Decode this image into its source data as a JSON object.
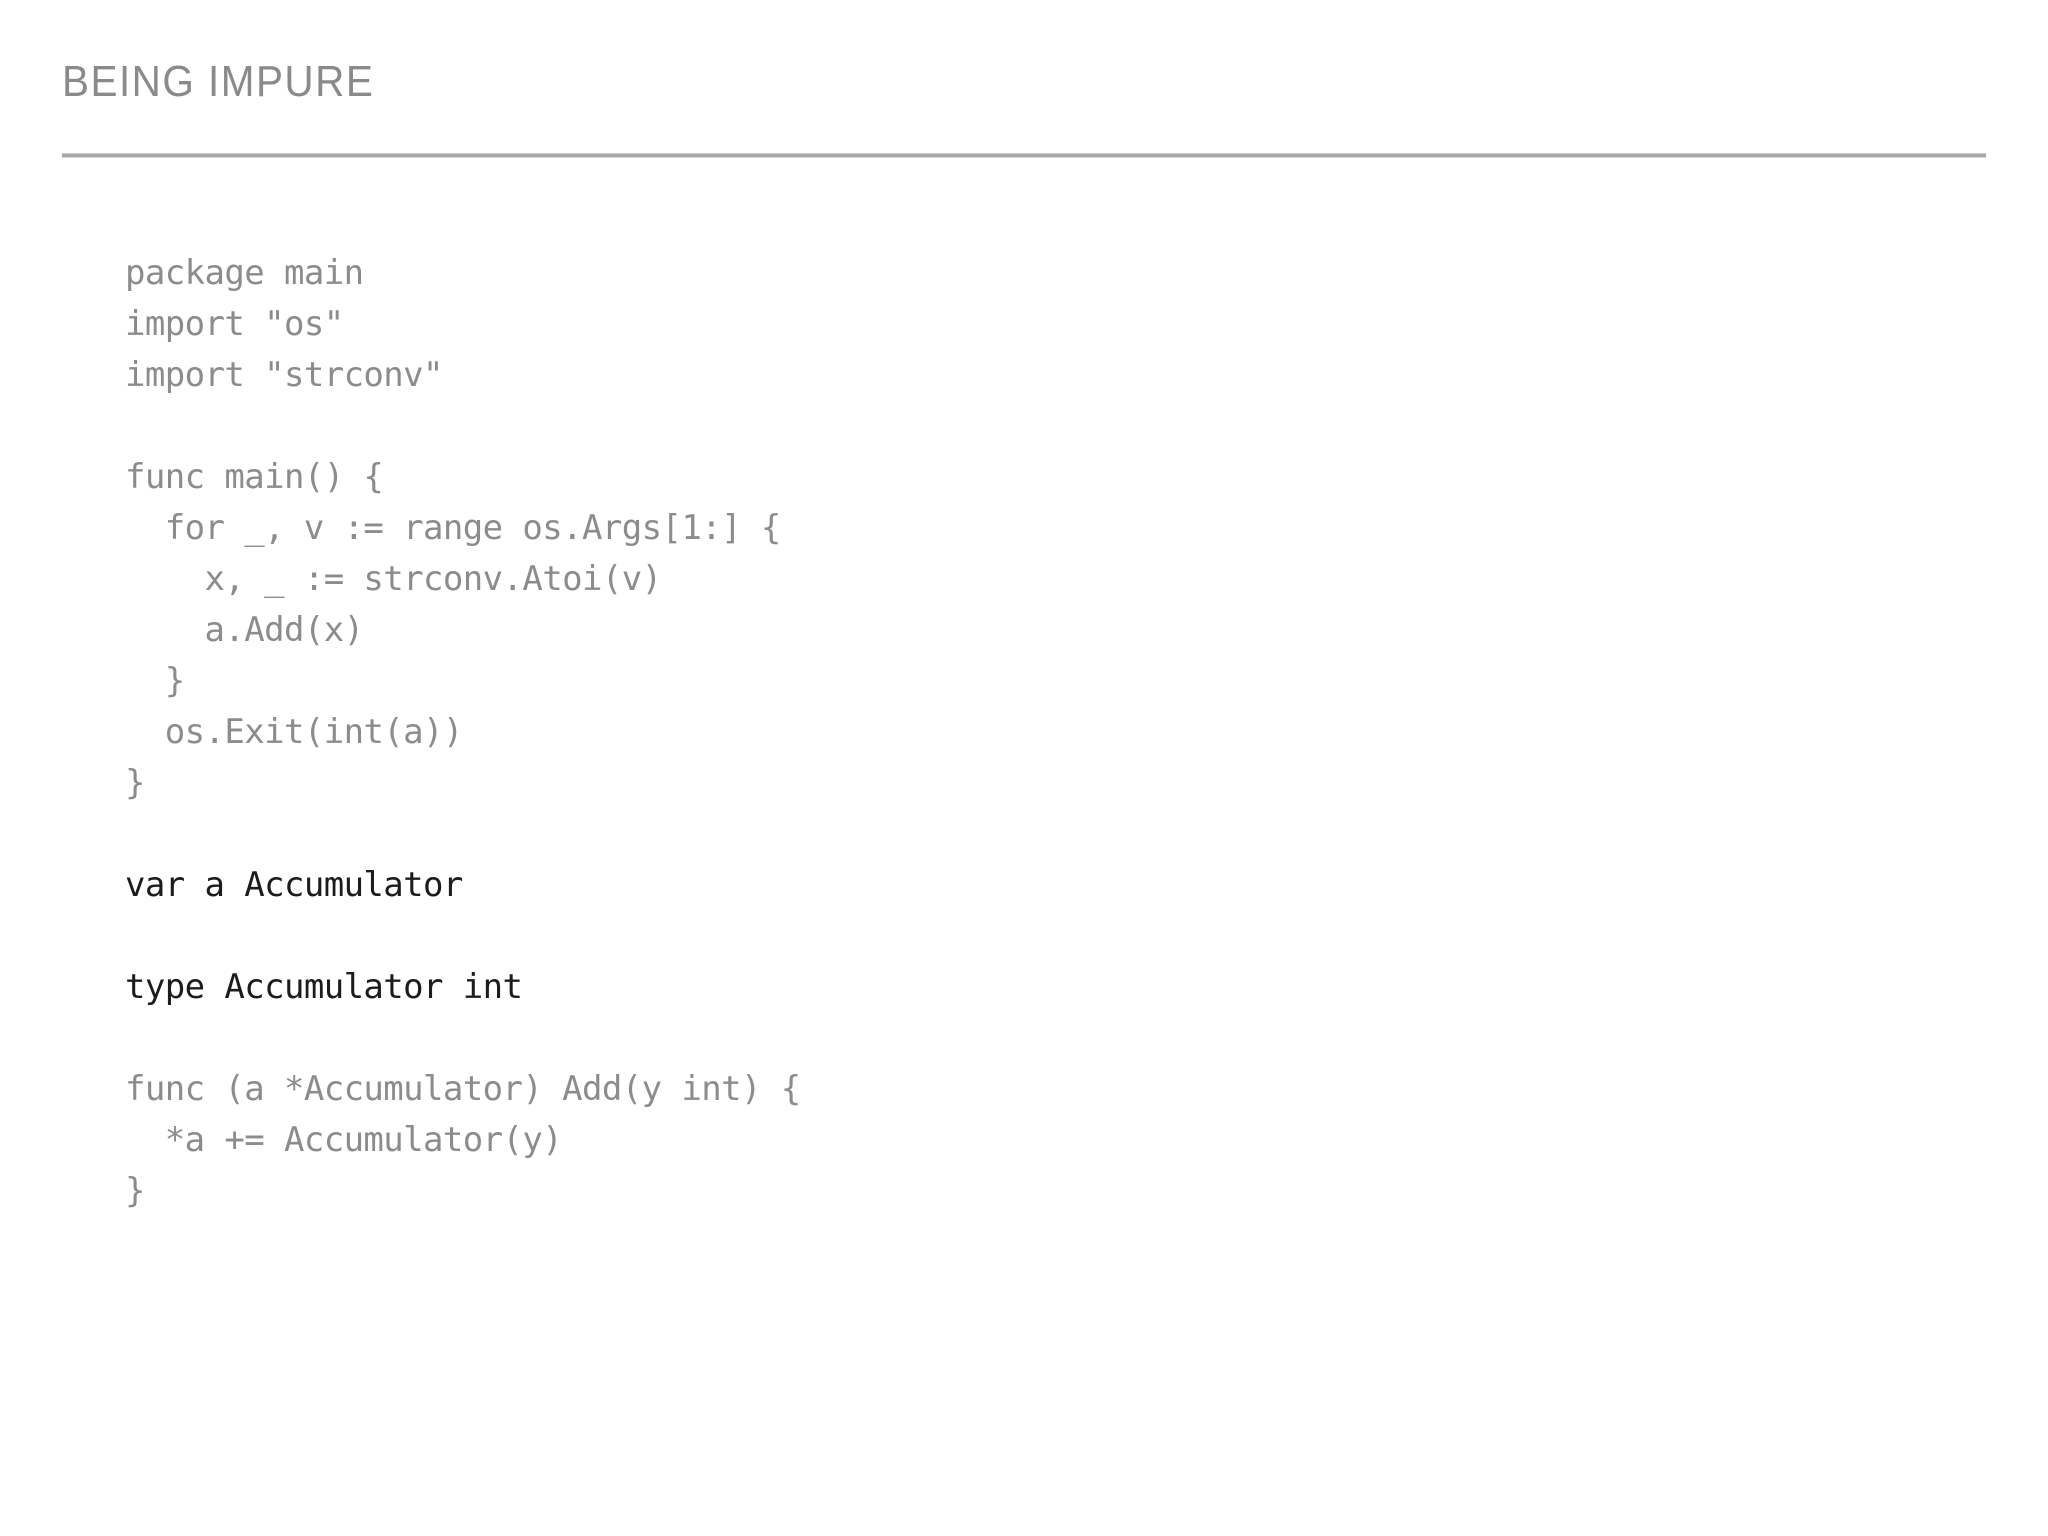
{
  "slide": {
    "title": "BEING IMPURE",
    "title_color": "#8a8a8a",
    "rule_color": "#a8a8a8",
    "background_color": "#ffffff",
    "code_color": "#8c8c8c",
    "code_highlight_color": "#1c1c1c"
  },
  "code": {
    "language": "go",
    "lines": [
      {
        "text": "package main",
        "highlight": false
      },
      {
        "text": "import \"os\"",
        "highlight": false
      },
      {
        "text": "import \"strconv\"",
        "highlight": false
      },
      {
        "text": "",
        "highlight": false
      },
      {
        "text": "func main() {",
        "highlight": false
      },
      {
        "text": "  for _, v := range os.Args[1:] {",
        "highlight": false
      },
      {
        "text": "    x, _ := strconv.Atoi(v)",
        "highlight": false
      },
      {
        "text": "    a.Add(x)",
        "highlight": false
      },
      {
        "text": "  }",
        "highlight": false
      },
      {
        "text": "  os.Exit(int(a))",
        "highlight": false
      },
      {
        "text": "}",
        "highlight": false
      },
      {
        "text": "",
        "highlight": false
      },
      {
        "text": "var a Accumulator",
        "highlight": true
      },
      {
        "text": "",
        "highlight": false
      },
      {
        "text": "type Accumulator int",
        "highlight": true
      },
      {
        "text": "",
        "highlight": false
      },
      {
        "text": "func (a *Accumulator) Add(y int) {",
        "highlight": false
      },
      {
        "text": "  *a += Accumulator(y)",
        "highlight": false
      },
      {
        "text": "}",
        "highlight": false
      }
    ]
  }
}
